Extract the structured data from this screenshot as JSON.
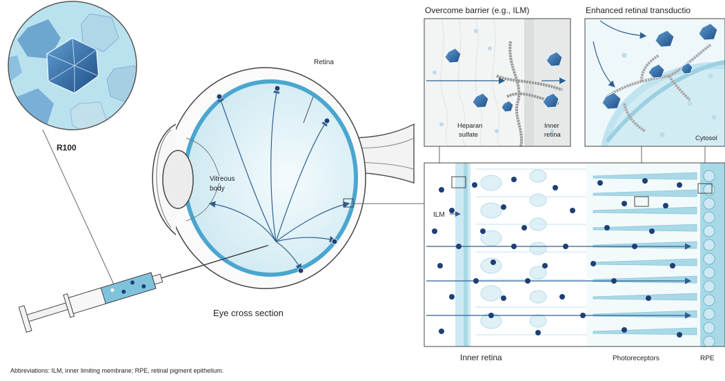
{
  "labels": {
    "capsid": "R100",
    "retina": "Retina",
    "vitreous_line1": "Vitreous",
    "vitreous_line2": "body",
    "eye_caption": "Eye cross section",
    "panel1_title": "Overcome barrier (e.g., ILM)",
    "panel2_title": "Enhanced retinal transductio",
    "heparan_line1": "Heparan",
    "heparan_line2": "sulfate",
    "inner_line1": "Inner",
    "inner_line2": "retina",
    "cytosol": "Cytosol",
    "ilm": "ILM",
    "inner_retina": "Inner retina",
    "photoreceptors": "Photoreceptors",
    "rpe": "RPE",
    "footnote": "Abbreviations: ILM, inner limiting membrane; RPE, retinal pigment epithelium."
  },
  "colors": {
    "virus_dark": "#1f3f75",
    "virus_mid": "#3f78b0",
    "retina_blue": "#4aa6cf",
    "tissue_light": "#d7eef5",
    "tissue_mid": "#a9d9e6",
    "outline": "#333333"
  }
}
